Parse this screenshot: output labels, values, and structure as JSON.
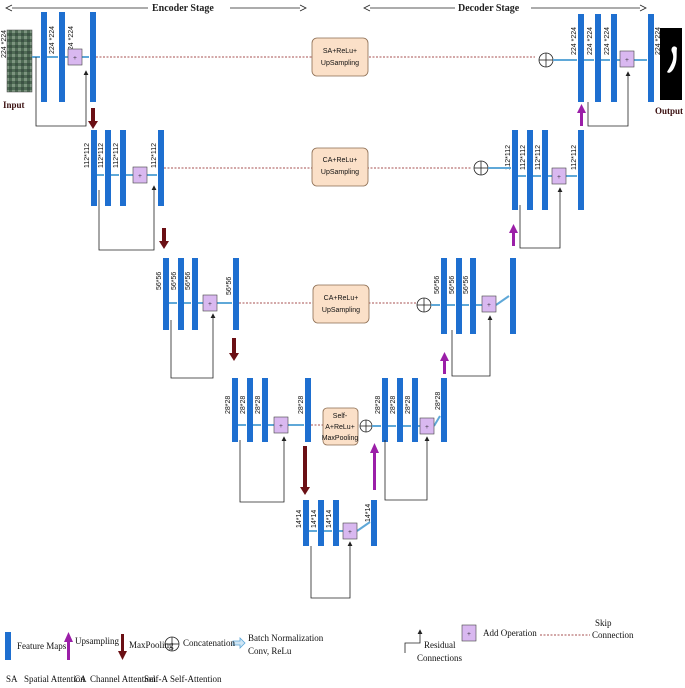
{
  "header": {
    "encoder_label": "Encoder Stage",
    "decoder_label": "Decoder Stage"
  },
  "io": {
    "input_label": "Input",
    "output_label": "Output"
  },
  "blocks": {
    "level1_box": [
      "SA+ReLu+",
      "UpSampling"
    ],
    "level2_box": [
      "CA+ReLu+",
      "UpSampling"
    ],
    "level3_box": [
      "CA+ReLu+",
      "UpSampling"
    ],
    "bottleneck_box": [
      "Self-",
      "A+ReLu+",
      "MaxPooling"
    ]
  },
  "dims": {
    "d224": "224 *224",
    "d112": "112*112",
    "d56": "56*56",
    "d28": "28*28",
    "d14": "14*14"
  },
  "legend": {
    "feature_maps": "Feature Maps",
    "upsampling": "Upsampling",
    "maxpooling": "MaxPooling",
    "concatenation": "Concatenation",
    "batch_norm_line1": "Batch Normalization",
    "batch_norm_line2": "Conv, ReLu",
    "residual_line1": "Residual",
    "residual_line2": "Connections",
    "add_operation": "Add Operation",
    "skip_line1": "Skip",
    "skip_line2": "Connection",
    "sa_abbr": "SA",
    "sa_text": "Spatial Attention",
    "ca_abbr": "CA",
    "ca_text": "Channel Attention",
    "selfa_abbr": "Self-A",
    "selfa_text": "Self-Attention"
  },
  "colors": {
    "feature_map": "#1e6fd0",
    "add_box": "#d9b8f0",
    "attention_box": "#fbe0c8",
    "upsampling_arrow": "#9b1fa8",
    "maxpool_arrow": "#6b1015",
    "skip_line": "#8b1a1a"
  }
}
